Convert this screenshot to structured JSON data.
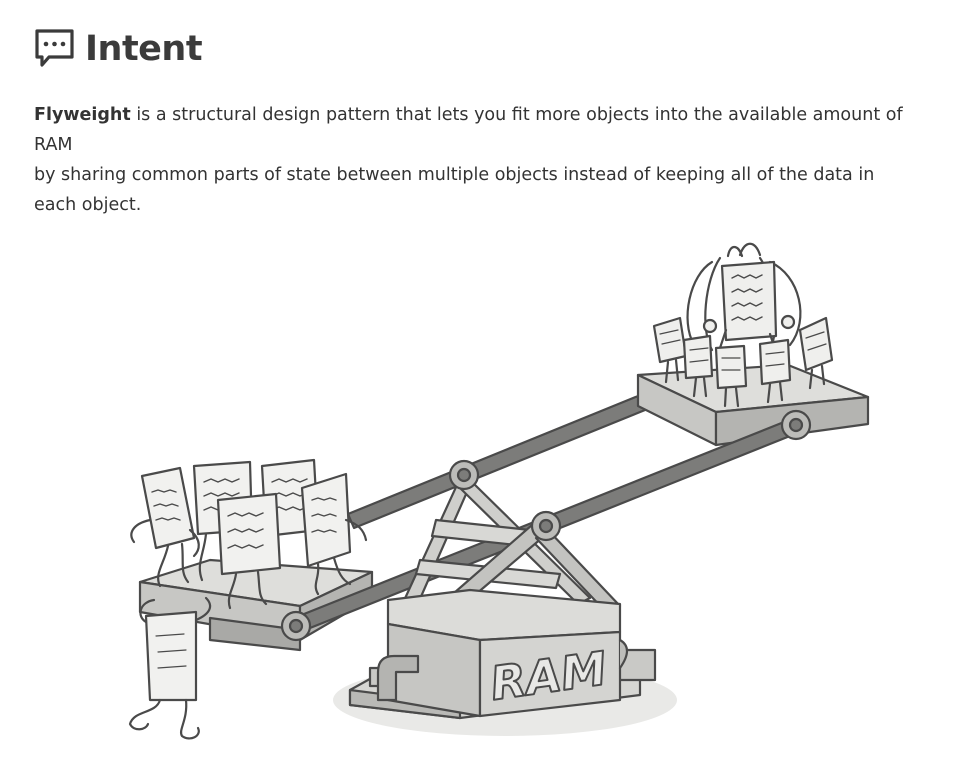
{
  "section": {
    "heading": "Intent",
    "icon": "chat-bubble-icon"
  },
  "intro": {
    "term": "Flyweight",
    "line1_rest": " is a structural design pattern that lets you fit more objects into the available amount of RAM",
    "line2": "by sharing common parts of state between multiple objects instead of keeping all of the data in",
    "line3": "each object."
  },
  "illustration": {
    "label": "RAM"
  },
  "colors": {
    "heading": "#3b3b3b",
    "text": "#333333",
    "line": "#4a4a4a",
    "fill_light": "#e4e4e2",
    "fill_mid": "#c9c9c6",
    "fill_dark": "#8a8a88"
  }
}
